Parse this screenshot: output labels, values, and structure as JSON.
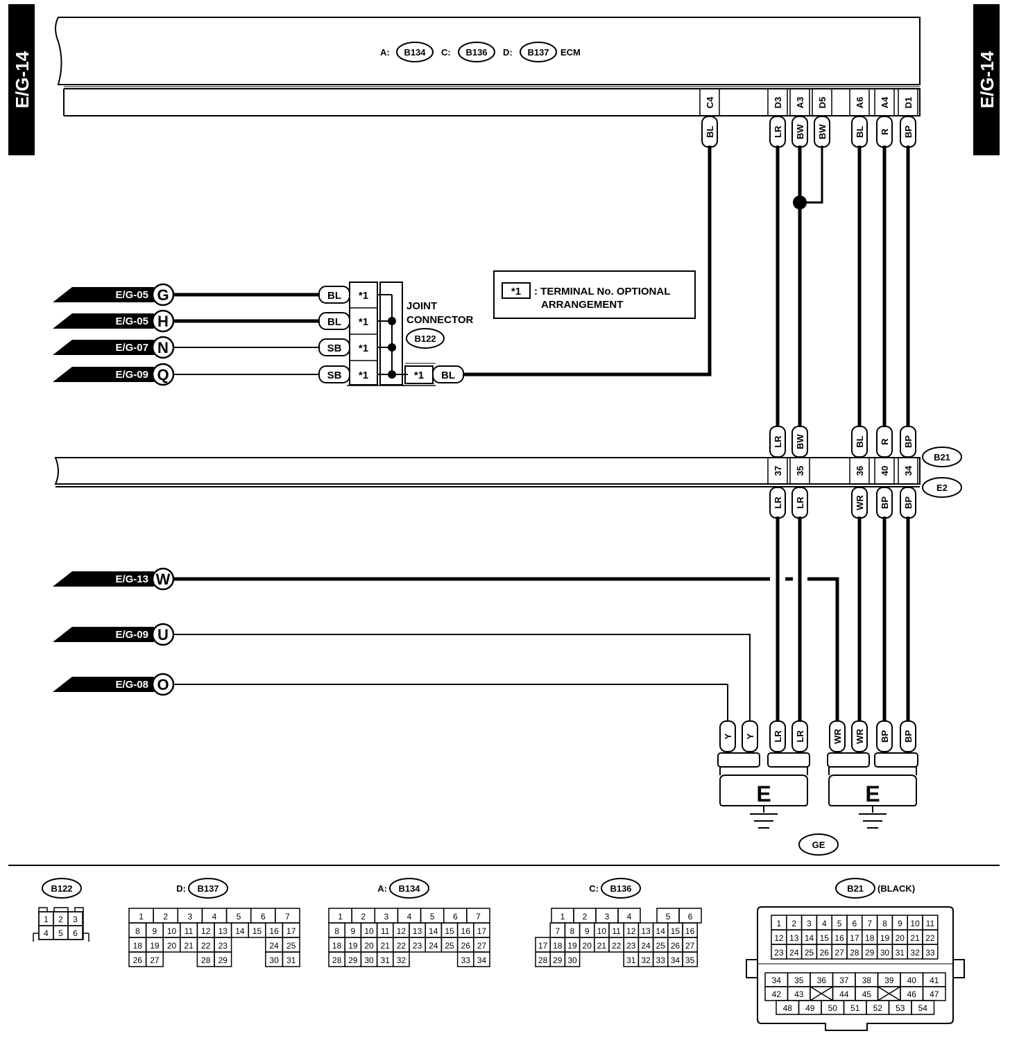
{
  "page_tag": "E/G-14",
  "ecm": {
    "title": "ECM",
    "conn_a": "B134",
    "conn_c": "B136",
    "conn_d": "B137",
    "a": "A:",
    "c": "C:",
    "d": "D:"
  },
  "ecm_pins": [
    {
      "pin": "C4",
      "wire": "BL"
    },
    {
      "pin": "D3",
      "wire": "LR"
    },
    {
      "pin": "A3",
      "wire": "BW"
    },
    {
      "pin": "D5",
      "wire": "BW"
    },
    {
      "pin": "A6",
      "wire": "BL"
    },
    {
      "pin": "A4",
      "wire": "R"
    },
    {
      "pin": "D1",
      "wire": "BP"
    }
  ],
  "refs": [
    {
      "page": "E/G-05",
      "letter": "G",
      "wire": "BL"
    },
    {
      "page": "E/G-05",
      "letter": "H",
      "wire": "BL"
    },
    {
      "page": "E/G-07",
      "letter": "N",
      "wire": "SB"
    },
    {
      "page": "E/G-09",
      "letter": "Q",
      "wire": "SB"
    }
  ],
  "joint": {
    "label1": "JOINT",
    "label2": "CONNECTOR",
    "conn": "B122",
    "star": "*1",
    "out_wire": "BL"
  },
  "legend": {
    "key": "*1",
    "line1": ": TERMINAL No. OPTIONAL",
    "line2": "ARRANGEMENT"
  },
  "b21_pins": [
    {
      "top": "LR",
      "pin": "37",
      "bot": "LR"
    },
    {
      "top": "BW",
      "pin": "35",
      "bot": "LR"
    },
    {
      "top": "BL",
      "pin": "36",
      "bot": "WR"
    },
    {
      "top": "R",
      "pin": "40",
      "bot": "BP"
    },
    {
      "top": "BP",
      "pin": "34",
      "bot": "BP"
    }
  ],
  "b21_label": "B21",
  "e2_label": "E2",
  "lower_refs": [
    {
      "page": "E/G-13",
      "letter": "W"
    },
    {
      "page": "E/G-09",
      "letter": "U"
    },
    {
      "page": "E/G-08",
      "letter": "O"
    }
  ],
  "ground_wires_left": [
    "Y",
    "Y",
    "LR",
    "LR"
  ],
  "ground_wires_right": [
    "WR",
    "WR",
    "BP",
    "BP"
  ],
  "ground_letter": "E",
  "ge_label": "GE",
  "connectors": {
    "b122": {
      "name": "B122",
      "rows": [
        [
          "1",
          "2",
          "3"
        ],
        [
          "4",
          "5",
          "6"
        ]
      ]
    },
    "b137": {
      "prefix": "D:",
      "name": "B137",
      "rows": [
        [
          "1",
          "2",
          "3",
          "4",
          "5",
          "6",
          "7"
        ],
        [
          "8",
          "9",
          "10",
          "11",
          "12",
          "13",
          "14",
          "15",
          "16",
          "17"
        ],
        [
          "18",
          "19",
          "20",
          "21",
          "22",
          "23",
          "24",
          "25"
        ],
        [
          "26",
          "27",
          "28",
          "29",
          "30",
          "31"
        ]
      ]
    },
    "b134": {
      "prefix": "A:",
      "name": "B134",
      "rows": [
        [
          "1",
          "2",
          "3",
          "4",
          "5",
          "6",
          "7"
        ],
        [
          "8",
          "9",
          "10",
          "11",
          "12",
          "13",
          "14",
          "15",
          "16",
          "17"
        ],
        [
          "18",
          "19",
          "20",
          "21",
          "22",
          "23",
          "24",
          "25",
          "26",
          "27"
        ],
        [
          "28",
          "29",
          "30",
          "31",
          "32",
          "33",
          "34"
        ]
      ]
    },
    "b136": {
      "prefix": "C:",
      "name": "B136",
      "rows": [
        [
          "1",
          "2",
          "3",
          "4",
          "5",
          "6"
        ],
        [
          "7",
          "8",
          "9",
          "10",
          "11",
          "12",
          "13",
          "14",
          "15",
          "16"
        ],
        [
          "17",
          "18",
          "19",
          "20",
          "21",
          "22",
          "23",
          "24",
          "25",
          "26",
          "27"
        ],
        [
          "28",
          "29",
          "30",
          "31",
          "32",
          "33",
          "34",
          "35"
        ]
      ]
    },
    "b21": {
      "name": "B21",
      "suffix": "(BLACK)",
      "rows": [
        [
          "1",
          "2",
          "3",
          "4",
          "5",
          "6",
          "7",
          "8",
          "9",
          "10",
          "11"
        ],
        [
          "12",
          "13",
          "14",
          "15",
          "16",
          "17",
          "18",
          "19",
          "20",
          "21",
          "22"
        ],
        [
          "23",
          "24",
          "25",
          "26",
          "27",
          "28",
          "29",
          "30",
          "31",
          "32",
          "33"
        ],
        [
          "34",
          "35",
          "36",
          "37",
          "38",
          "39",
          "40",
          "41"
        ],
        [
          "42",
          "43",
          "44",
          "45",
          "46",
          "47"
        ],
        [
          "48",
          "49",
          "50",
          "51",
          "52",
          "53",
          "54"
        ]
      ]
    }
  }
}
